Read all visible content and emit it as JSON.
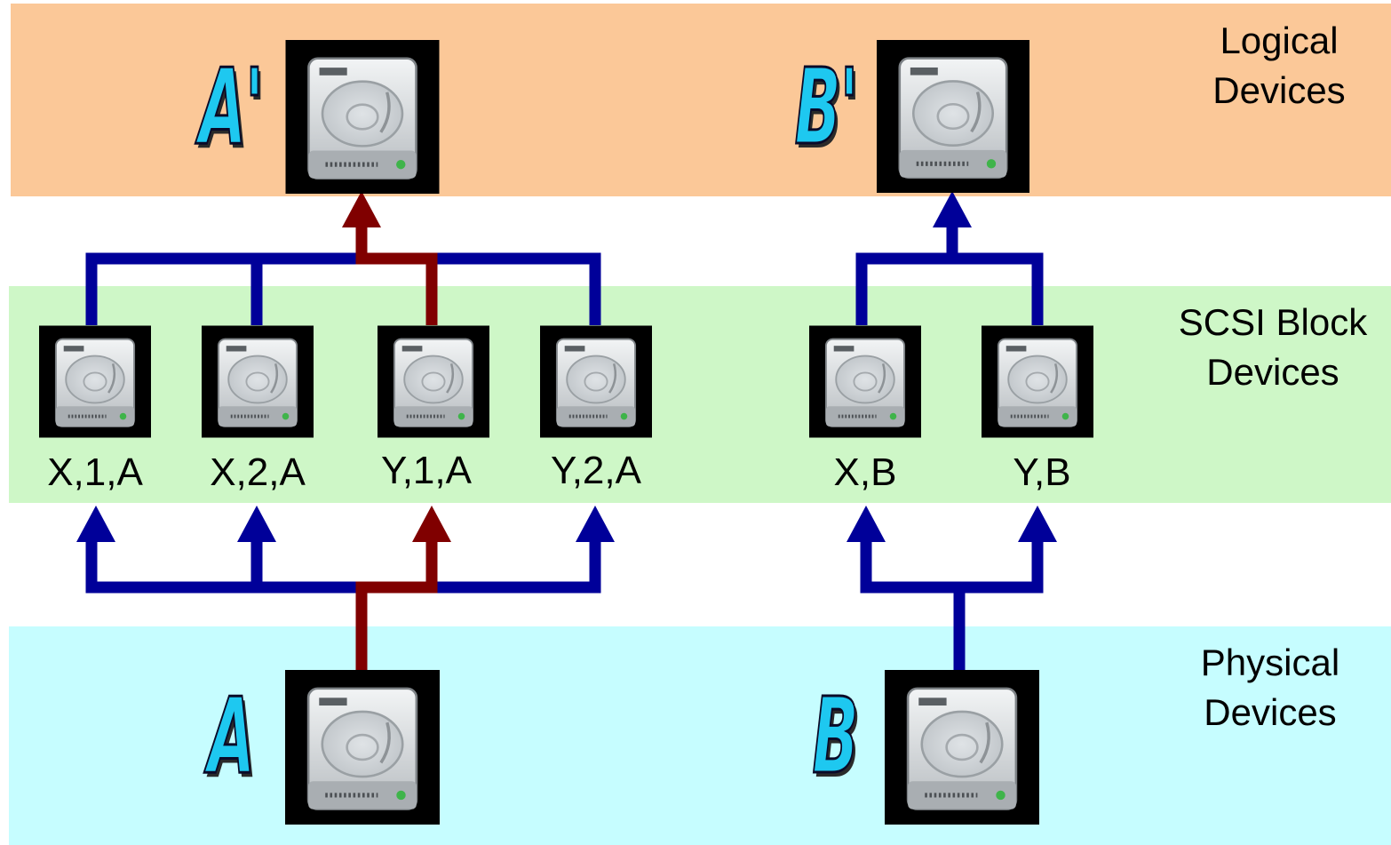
{
  "layers": {
    "logical": {
      "line1": "Logical",
      "line2": "Devices"
    },
    "scsi": {
      "line1": "SCSI Block",
      "line2": "Devices"
    },
    "physical": {
      "line1": "Physical",
      "line2": "Devices"
    }
  },
  "logical_devices": {
    "a_prime": "A'",
    "b_prime": "B'"
  },
  "physical_devices": {
    "a": "A",
    "b": "B"
  },
  "scsi_devices": [
    "X,1,A",
    "X,2,A",
    "Y,1,A",
    "Y,2,A",
    "X,B",
    "Y,B"
  ],
  "colors": {
    "logical_band": "#fbc898",
    "scsi_band": "#cef7c7",
    "physical_band": "#c6fdff",
    "path_inactive": "#000099",
    "path_active": "#800000",
    "letter": "#1ec8f0"
  },
  "icons": {
    "drive": "hard-drive-icon",
    "arrow": "arrowhead-up"
  }
}
